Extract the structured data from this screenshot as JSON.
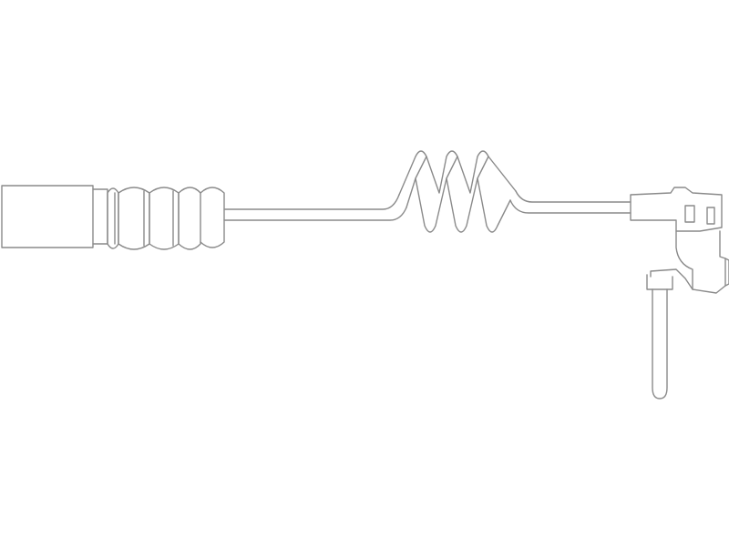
{
  "diagram": {
    "subject": "brake-pad-wear-sensor-line-drawing",
    "colors": {
      "background": "#ffffff",
      "line": "#8a8a8a"
    },
    "parts": [
      {
        "id": "plug-connector",
        "icon": "connector-icon"
      },
      {
        "id": "grommet-sleeve",
        "icon": "ribbed-sleeve-icon"
      },
      {
        "id": "cable",
        "icon": "cable-icon"
      },
      {
        "id": "coil-spring-section",
        "icon": "coil-icon"
      },
      {
        "id": "sensor-housing",
        "icon": "sensor-housing-icon"
      },
      {
        "id": "sensor-pin",
        "icon": "probe-pin-icon"
      }
    ],
    "coil_turns": 3,
    "sleeve_ribs": 4
  }
}
